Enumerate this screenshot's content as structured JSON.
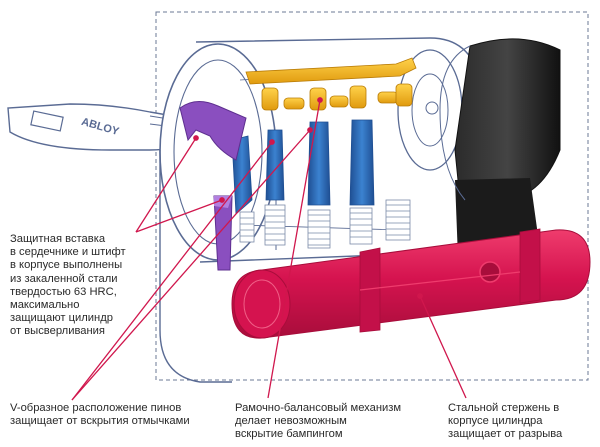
{
  "brand": "ABLOY",
  "colors": {
    "outline": "#5a6b94",
    "dashed": "#6b7894",
    "leader": "#d0174d",
    "rod": "#d5134f",
    "rod_dark": "#a80d3b",
    "pin_blue": "#2d6dbb",
    "pin_gold": "#f2b11b",
    "insert_purple": "#8a4fbf",
    "cam_black": "#1b1b1b",
    "text": "#2a2a2a"
  },
  "callouts": [
    {
      "id": "hardened-insert",
      "lines": [
        "Защитная вставка",
        "в сердечнике и штифт",
        "в корпусе выполнены",
        "из закаленной стали",
        "твердостью 63 HRC,",
        "максимально",
        "защищают цилиндр",
        "от высверливания"
      ]
    },
    {
      "id": "v-pins",
      "lines": [
        "V-образное расположение пинов",
        "защищает от вскрытия отмычками"
      ]
    },
    {
      "id": "frame-balance",
      "lines": [
        "Рамочно-балансовый механизм",
        "делает невозможным",
        "вскрытие бампингом"
      ]
    },
    {
      "id": "steel-rod",
      "lines": [
        "Стальной стержень в",
        "корпусе цилиндра",
        "защищает от разрыва"
      ]
    }
  ]
}
